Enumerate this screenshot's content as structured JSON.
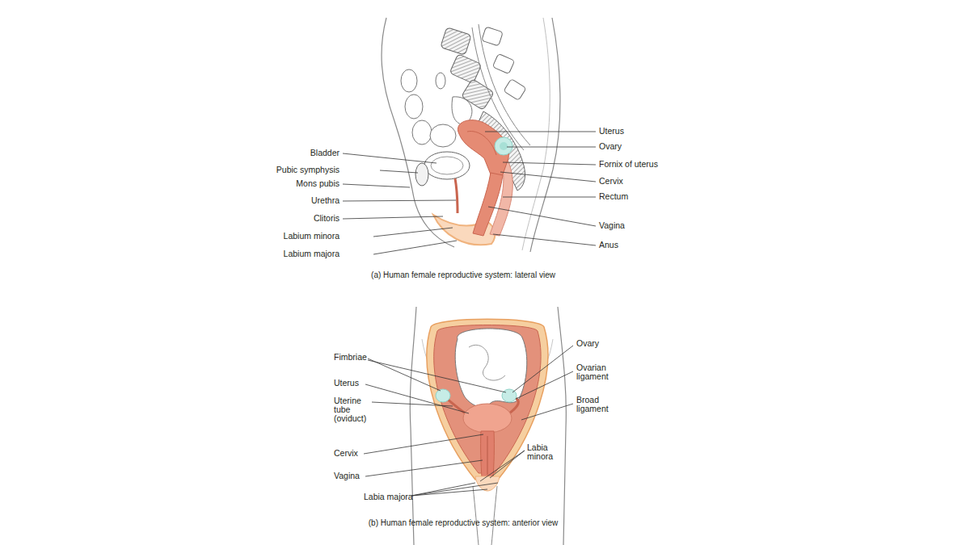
{
  "diagram": {
    "labels": [
      "Uterus",
      "Ovary",
      "Fornix of uterus",
      "Cervix",
      "Rectum",
      "Vagina",
      "Anus",
      "Bladder",
      "Pubic symphysis",
      "Mons pubis",
      "Urethra",
      "Clitoris",
      "Labium minora",
      "Labium majora",
      "(a) Human female reproductive system: lateral view",
      "Fimbriae",
      "Uterus",
      "Uterine tube (oviduct)",
      "Cervix",
      "Vagina",
      "Labia majora",
      "Ovary",
      "Ovarian ligament",
      "Broad ligament",
      "Labia minora",
      "(b) Human female reproductive system: anterior view"
    ]
  }
}
